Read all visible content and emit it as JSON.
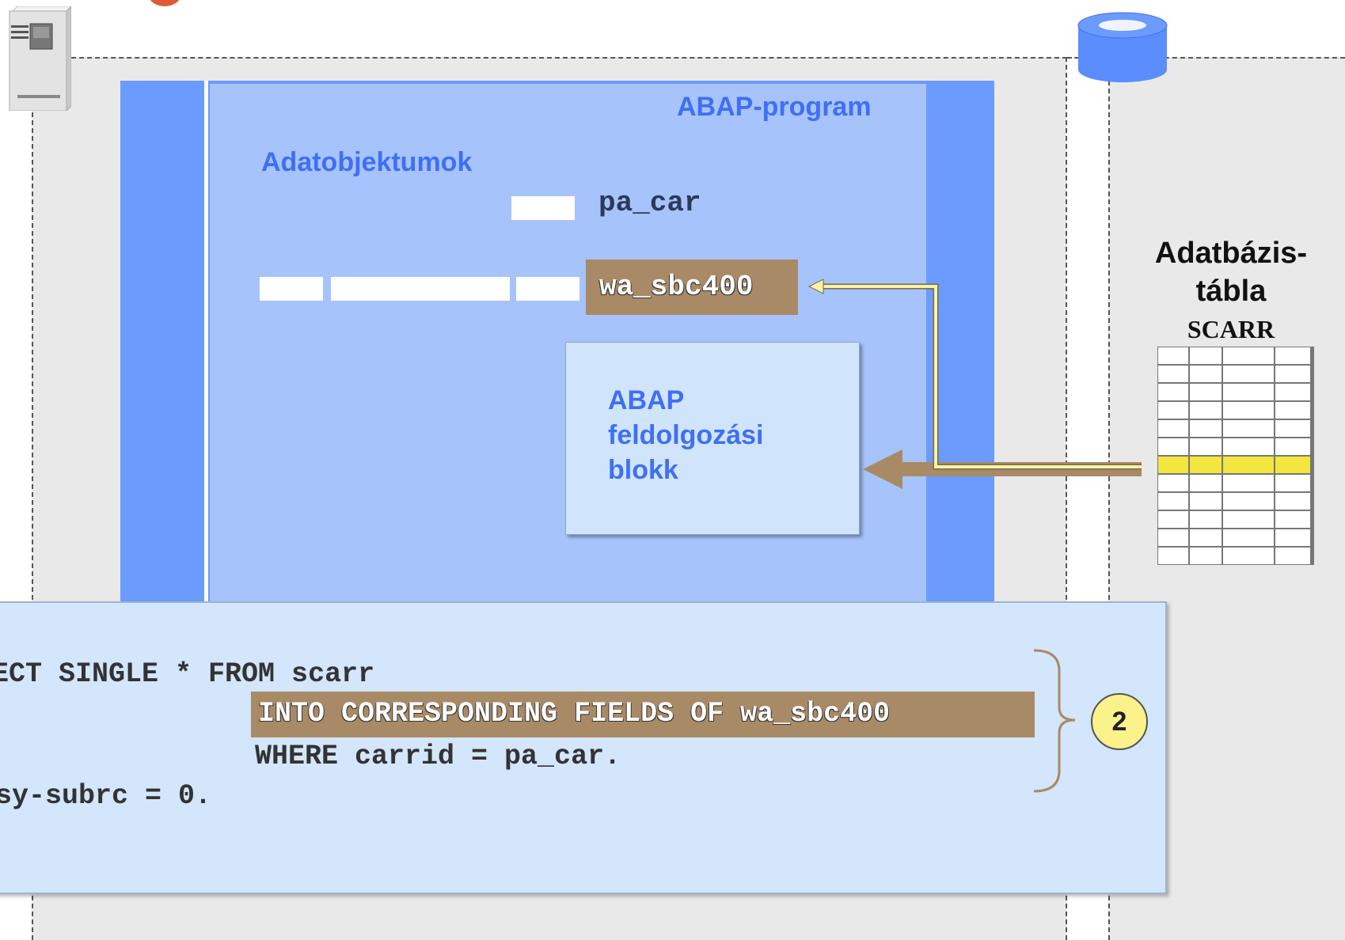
{
  "program": {
    "title": "ABAP-program",
    "data_objects_title": "Adatobjektumok",
    "pa_car_label": "pa_car",
    "wa_label": "wa_sbc400",
    "processing_block": [
      "ABAP",
      "feldolgozási",
      "blokk"
    ]
  },
  "code": {
    "lines": [
      "ECT SINGLE * FROM scarr",
      "INTO CORRESPONDING FIELDS OF wa_sbc400",
      "WHERE carrid = pa_car.",
      "sy-subrc = 0."
    ],
    "step_number": "2"
  },
  "database": {
    "label_lines": [
      "Adatbázis-",
      "tábla"
    ],
    "table_name": "SCARR",
    "rows": 12,
    "columns": 4,
    "highlighted_row": 7
  },
  "colors": {
    "program_outer": "#6b9bfc",
    "program_inner": "#a7c3fc",
    "accent_text": "#3f6ff5",
    "highlight_brown": "#a98a66",
    "arrow_yellow": "#f9f3a6",
    "badge_yellow": "#fbf28c",
    "db_cylinder": "#5b8dfc"
  }
}
